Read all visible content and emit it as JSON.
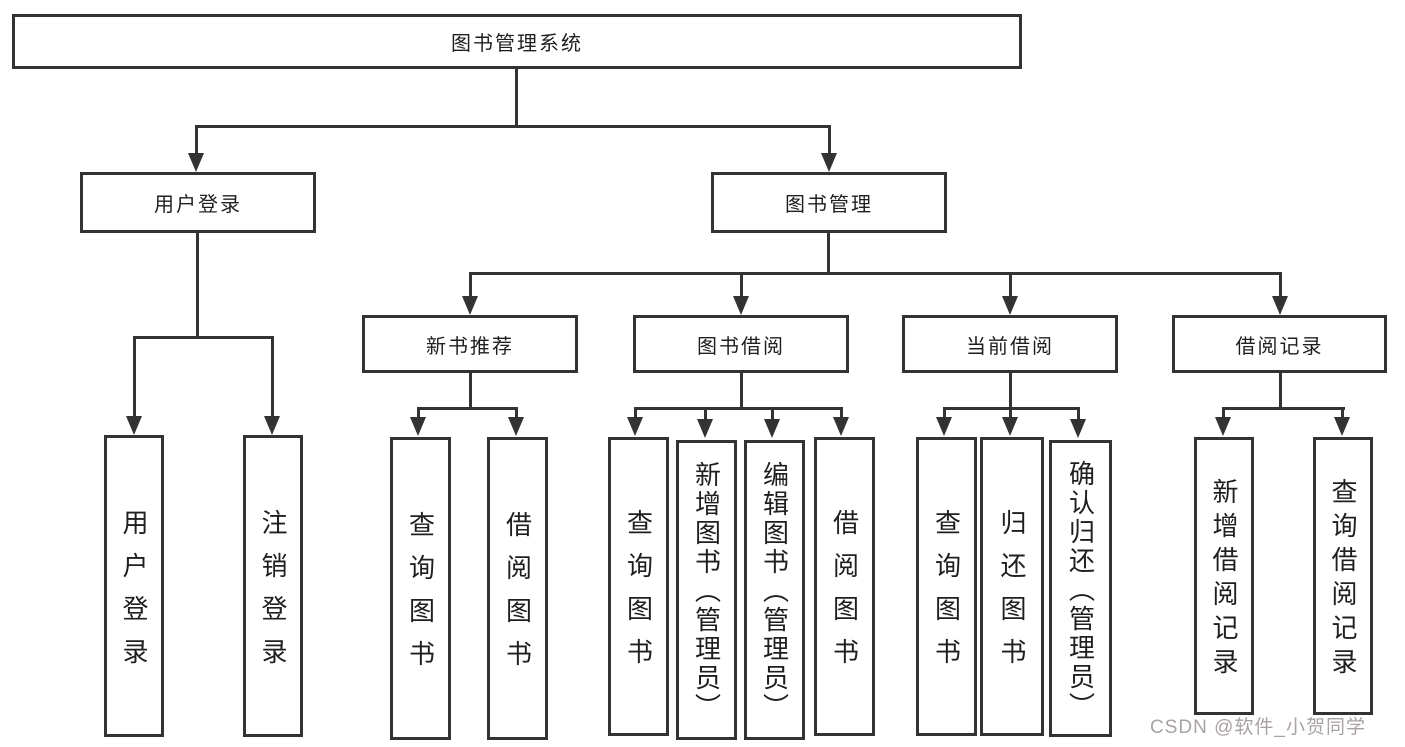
{
  "diagram": {
    "title": "图书管理系统",
    "nodes": {
      "root": "图书管理系统",
      "user_login": "用户登录",
      "book_management": "图书管理",
      "new_book_recommend": "新书推荐",
      "book_borrowing": "图书借阅",
      "current_borrowing": "当前借阅",
      "borrowing_records": "借阅记录",
      "leaf_user_login": "用户登录",
      "leaf_logout": "注销登录",
      "leaf_nbr_query_books": "查询图书",
      "leaf_nbr_borrow_books": "借阅图书",
      "leaf_bb_query_books": "查询图书",
      "leaf_bb_add_books": "新增图书（管理员）",
      "leaf_bb_edit_books": "编辑图书（管理员）",
      "leaf_bb_borrow_books": "借阅图书",
      "leaf_cb_query_books": "查询图书",
      "leaf_cb_return_books": "归还图书",
      "leaf_cb_confirm_return": "确认归还（管理员）",
      "leaf_br_add_record": "新增借阅记录",
      "leaf_br_query_record": "查询借阅记录"
    },
    "hierarchy": {
      "图书管理系统": [
        "用户登录",
        "图书管理"
      ],
      "用户登录": [
        "用户登录",
        "注销登录"
      ],
      "图书管理": [
        "新书推荐",
        "图书借阅",
        "当前借阅",
        "借阅记录"
      ],
      "新书推荐": [
        "查询图书",
        "借阅图书"
      ],
      "图书借阅": [
        "查询图书",
        "新增图书（管理员）",
        "编辑图书（管理员）",
        "借阅图书"
      ],
      "当前借阅": [
        "查询图书",
        "归还图书",
        "确认归还（管理员）"
      ],
      "借阅记录": [
        "新增借阅记录",
        "查询借阅记录"
      ]
    },
    "colors": {
      "line": "#333333",
      "text": "#1f1f1f",
      "background": "#ffffff",
      "watermark": "#a9a2a2"
    }
  },
  "watermark": "CSDN @软件_小贺同学"
}
